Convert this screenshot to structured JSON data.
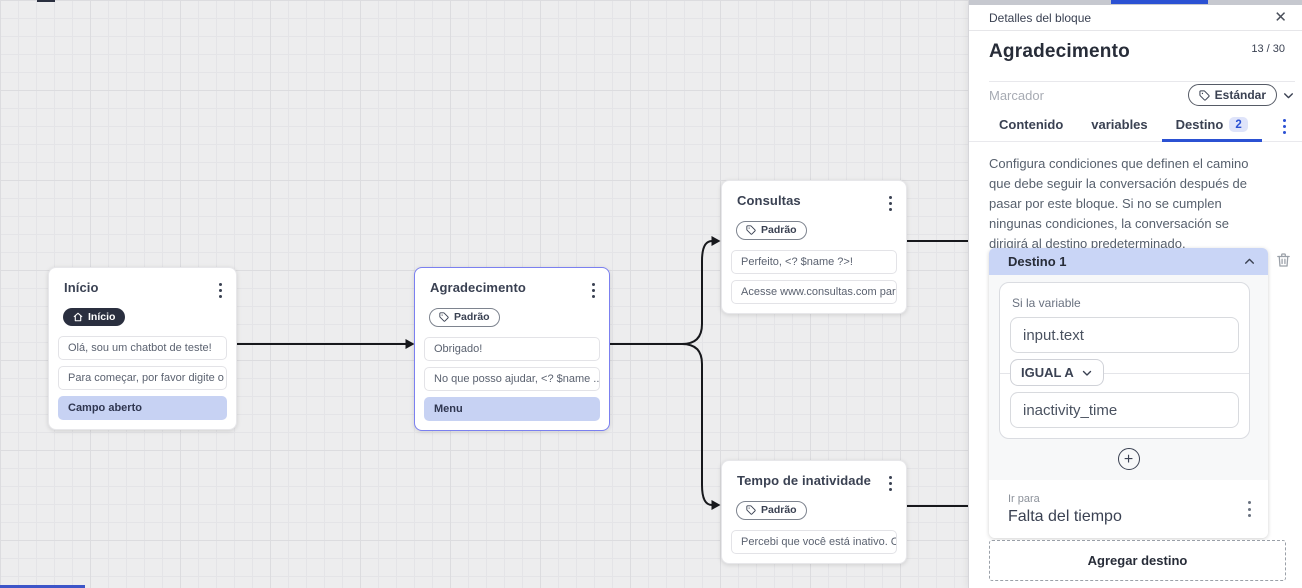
{
  "colors": {
    "accent_blue": "#2b51d3",
    "selected_node_border": "#7b80f0",
    "row_highlight": "#c7d2f3",
    "destination_header_bg": "#c9d5f6",
    "dark_badge_bg": "#2a2f3f",
    "canvas_bg": "#ededee"
  },
  "canvas": {
    "nodes": [
      {
        "title": "Início",
        "badge_label": "Início",
        "rows": [
          "Olá, sou um chatbot de teste!",
          "Para começar, por favor digite o ...",
          "Campo aberto"
        ]
      },
      {
        "title": "Agradecimento",
        "badge_label": "Padrão",
        "rows": [
          "Obrigado!",
          "No que posso ajudar, <? $name ...",
          "Menu"
        ]
      },
      {
        "title": "Consultas",
        "badge_label": "Padrão",
        "rows": [
          "Perfeito, <? $name ?>!",
          "Acesse www.consultas.com par..."
        ]
      },
      {
        "title": "Tempo de inatividade",
        "badge_label": "Padrão",
        "rows": [
          "Percebi que você está inativo. C..."
        ]
      }
    ]
  },
  "panel": {
    "header_title": "Detalles del bloque",
    "close_icon": "✕",
    "block_title": "Agradecimento",
    "counter": "13 / 30",
    "marker_placeholder": "Marcador",
    "marker_tag": "Estándar",
    "tabs": {
      "contenido": "Contenido",
      "variables": "variables",
      "destino": "Destino",
      "destino_badge": "2"
    },
    "description": "Configura condiciones que definen el camino que debe seguir la conversación después de pasar por este bloque. Si no se cumplen ningunas condiciones, la conversación se dirigirá al destino predeterminado.",
    "destination": {
      "header": "Destino 1",
      "condition_label": "Si la variable",
      "variable_value": "input.text",
      "operator": "IGUAL A",
      "compare_value": "inactivity_time",
      "goto_label": "Ir para",
      "goto_value": "Falta del tiempo"
    },
    "add_destination": "Agregar destino"
  }
}
